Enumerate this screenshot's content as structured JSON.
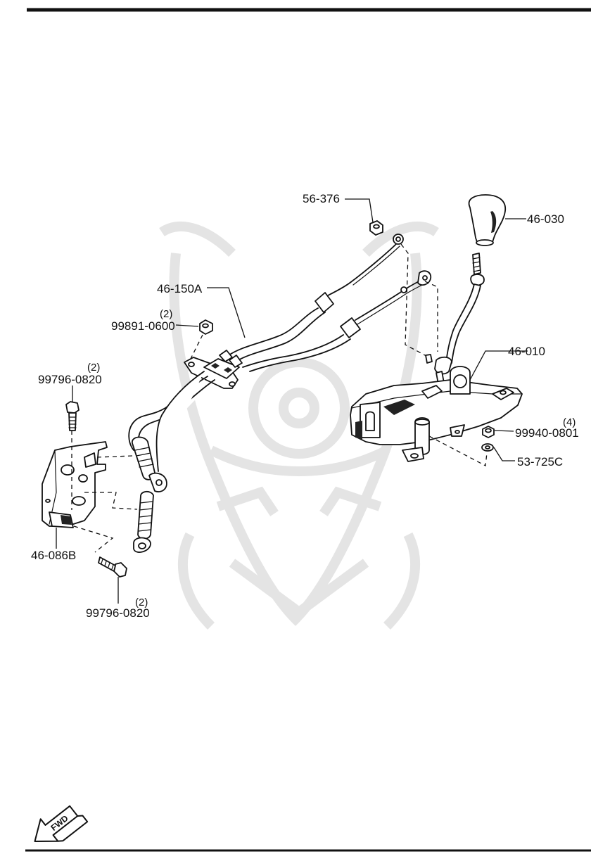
{
  "parts": {
    "p56_376": {
      "code": "56-376"
    },
    "p46_030": {
      "code": "46-030"
    },
    "p46_150a": {
      "code": "46-150A"
    },
    "p99891_0600": {
      "code": "99891-0600",
      "qty": "(2)"
    },
    "p46_010": {
      "code": "46-010"
    },
    "p99796_0820_top": {
      "code": "99796-0820",
      "qty": "(2)"
    },
    "p99940_0801": {
      "code": "99940-0801",
      "qty": "(4)"
    },
    "p53_725c": {
      "code": "53-725C"
    },
    "p46_086b": {
      "code": "46-086B"
    },
    "p99796_0820_bottom": {
      "code": "99796-0820",
      "qty": "(2)"
    }
  },
  "fwd_indicator": {
    "text": "FWD",
    "icon": "fwd-arrow-icon"
  },
  "colors": {
    "ink": "#111111",
    "watermark": "#e4e4e4",
    "paper": "#ffffff"
  }
}
